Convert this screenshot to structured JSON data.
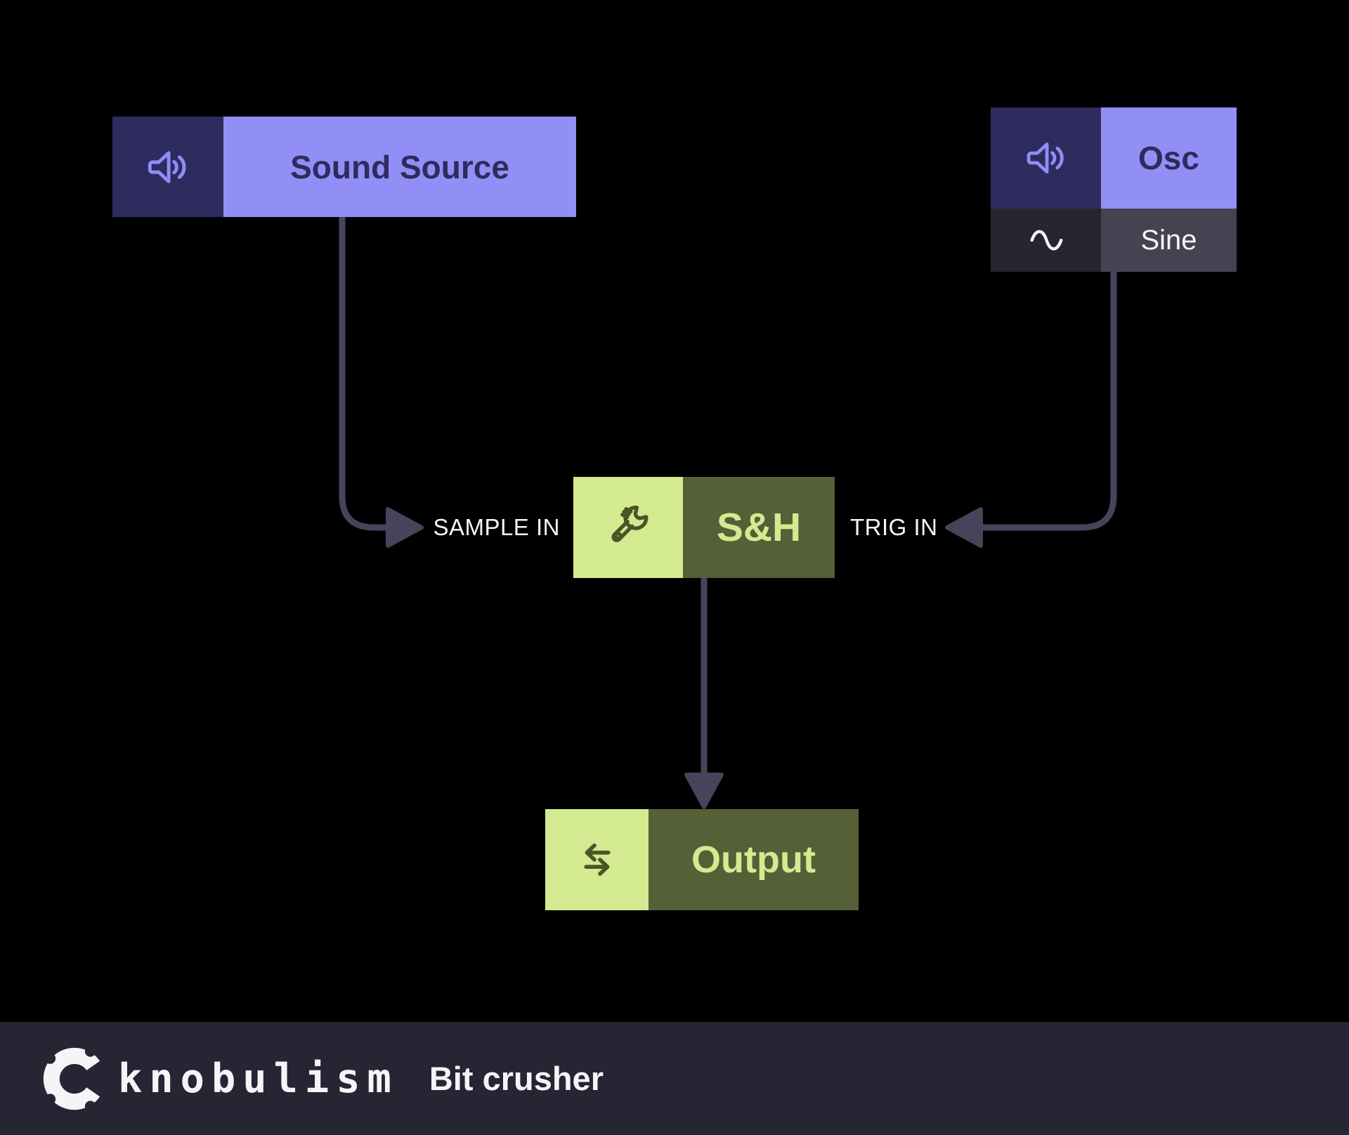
{
  "diagram": {
    "nodes": {
      "sound_source": {
        "label": "Sound Source",
        "icon": "speaker-icon"
      },
      "osc": {
        "label": "Osc",
        "icon": "speaker-icon",
        "sub": {
          "label": "Sine",
          "icon": "sine-wave-icon"
        }
      },
      "snh": {
        "label": "S&H",
        "icon": "wrench-icon",
        "ports": {
          "sample_in": "SAMPLE IN",
          "trig_in": "TRIG IN"
        }
      },
      "output": {
        "label": "Output",
        "icon": "transfer-arrows-icon"
      }
    },
    "connections": [
      {
        "from": "sound_source",
        "to": "snh",
        "to_port": "SAMPLE IN"
      },
      {
        "from": "osc.sine",
        "to": "snh",
        "to_port": "TRIG IN"
      },
      {
        "from": "snh",
        "to": "output"
      }
    ],
    "colors": {
      "background": "#000000",
      "indigo_dark": "#2e2b5e",
      "purple_light": "#918ef5",
      "sine_icon_bg": "#272530",
      "sine_label_bg": "#454351",
      "green_light": "#d4ea90",
      "olive": "#556036",
      "icon_olive": "#4c5527",
      "wire": "#45445a",
      "text_white": "#f5f5f8",
      "footer_bg": "#252533"
    }
  },
  "footer": {
    "brand": "knobulism",
    "title": "Bit crusher"
  }
}
